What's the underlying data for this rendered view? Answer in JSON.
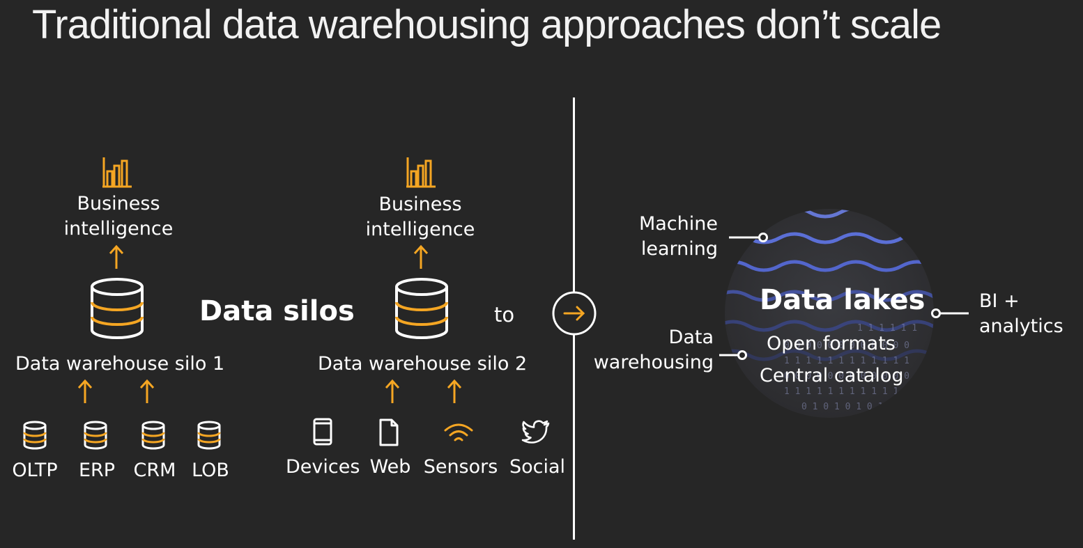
{
  "title": "Traditional data warehousing approaches don’t scale",
  "left": {
    "silo1": {
      "bi_line1": "Business",
      "bi_line2": "intelligence",
      "label": "Data warehouse silo 1",
      "sources": [
        "OLTP",
        "ERP",
        "CRM",
        "LOB"
      ]
    },
    "center_label": "Data silos",
    "silo2": {
      "bi_line1": "Business",
      "bi_line2": "intelligence",
      "label": "Data warehouse silo 2",
      "sources": [
        "Devices",
        "Web",
        "Sensors",
        "Social"
      ]
    },
    "to_label": "to"
  },
  "right": {
    "lake_title": "Data lakes",
    "lake_line1": "Open formats",
    "lake_line2": "Central catalog",
    "ml_line1": "Machine",
    "ml_line2": "learning",
    "dw_line1": "Data",
    "dw_line2": "warehousing",
    "bi_line1": "BI +",
    "bi_line2": "analytics"
  },
  "colors": {
    "background": "#262626",
    "accent": "#f5a623",
    "text": "#ffffff",
    "wave": "#5b6fd6"
  }
}
